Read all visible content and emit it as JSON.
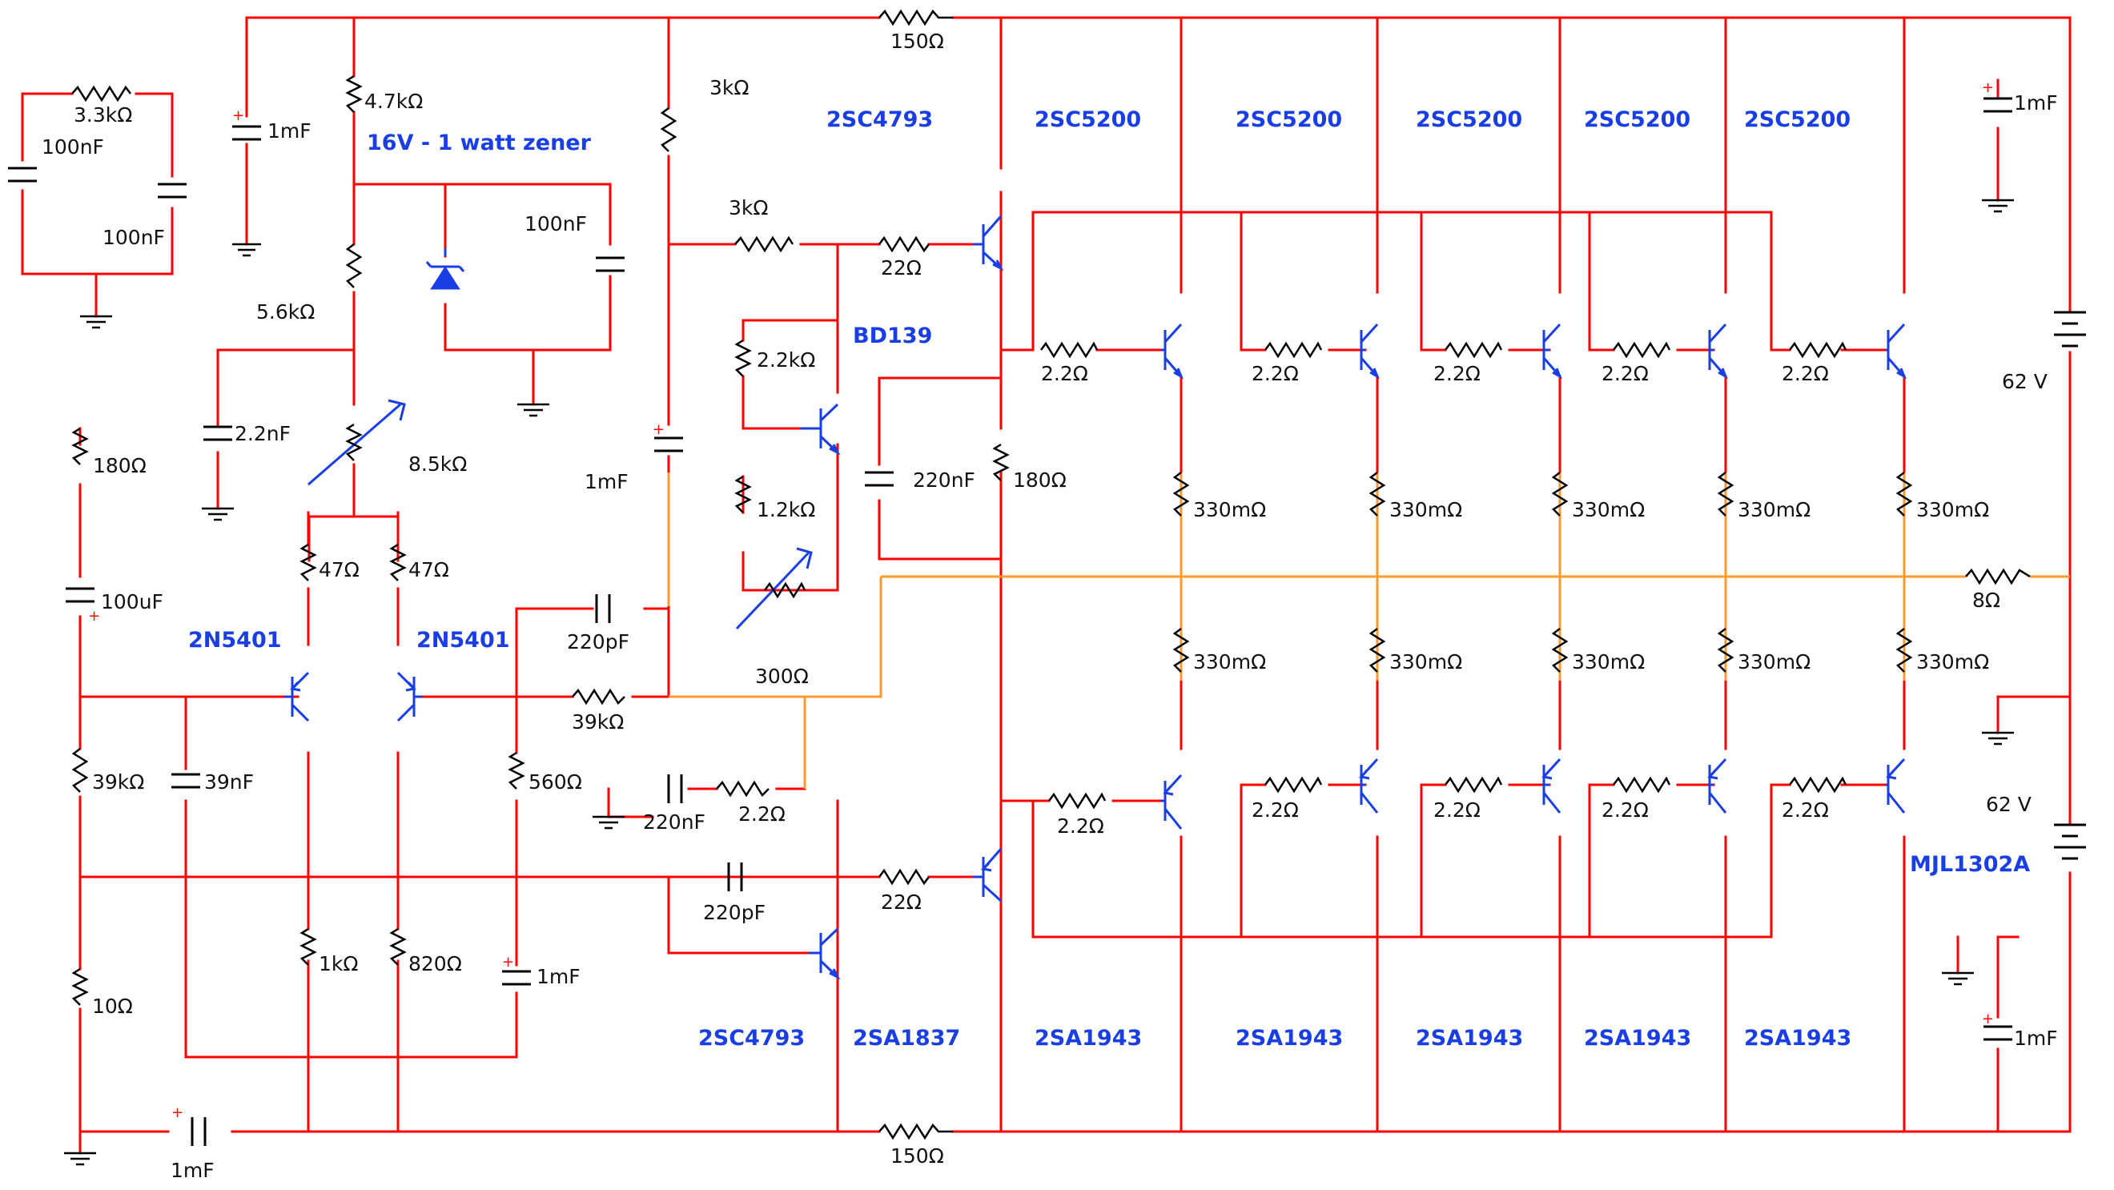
{
  "colors": {
    "wire": "#ff0000",
    "output_net": "#ff9a2e",
    "component": "#000000",
    "part_label": "#1a3ee6",
    "text": "#111111"
  },
  "labels": {
    "r_150_top": "150Ω",
    "r_150_bottom": "150Ω",
    "r_3k3": "3.3kΩ",
    "c_100n_left": "100nF",
    "c_100n_right": "100nF",
    "c_1m_supply": "1mF",
    "r_4k7": "4.7kΩ",
    "zener": "16V - 1 watt zener",
    "c_100n_zener": "100nF",
    "r_5k6": "5.6kΩ",
    "c_2n2": "2.2nF",
    "pot_8k5": "8.5kΩ",
    "r_180_left": "180Ω",
    "c_100u": "100uF",
    "r_47_a": "47Ω",
    "r_47_b": "47Ω",
    "r_3k_top": "3kΩ",
    "r_3k_mid": "3kΩ",
    "c_1m_mid": "1mF",
    "r_22_top": "22Ω",
    "r_22_bottom": "22Ω",
    "c_220p_a": "220pF",
    "c_220p_b": "220pF",
    "r_300": "300Ω",
    "r_39k": "39kΩ",
    "r_2k2": "2.2kΩ",
    "r_1k2": "1.2kΩ",
    "c_220n_mid": "220nF",
    "r_180_mid": "180Ω",
    "r_560": "560Ω",
    "c_220n_low": "220nF",
    "r_2r2_low": "2.2Ω",
    "r_39k_left": "39kΩ",
    "c_39n": "39nF",
    "r_1k": "1kΩ",
    "r_820": "820Ω",
    "c_1m_lower": "1mF",
    "r_10": "10Ω",
    "c_1m_bottom": "1mF",
    "c_1m_top_right": "1mF",
    "c_1m_bottom_right": "1mF",
    "v_62_top": "62 V",
    "v_62_bottom": "62 V",
    "r_8": "8Ω",
    "emitter_r": "330mΩ",
    "base_r": "2.2Ω"
  },
  "parts": {
    "q_2sc4793_top": "2SC4793",
    "q_2sc4793_bottom": "2SC4793",
    "q_2sa1837": "2SA1837",
    "q_bd139": "BD139",
    "q_2n5401_a": "2N5401",
    "q_2n5401_b": "2N5401",
    "q_mjl1302a": "MJL1302A",
    "npn_outputs": [
      "2SC5200",
      "2SC5200",
      "2SC5200",
      "2SC5200",
      "2SC5200"
    ],
    "pnp_outputs": [
      "2SA1943",
      "2SA1943",
      "2SA1943",
      "2SA1943",
      "2SA1943"
    ]
  }
}
